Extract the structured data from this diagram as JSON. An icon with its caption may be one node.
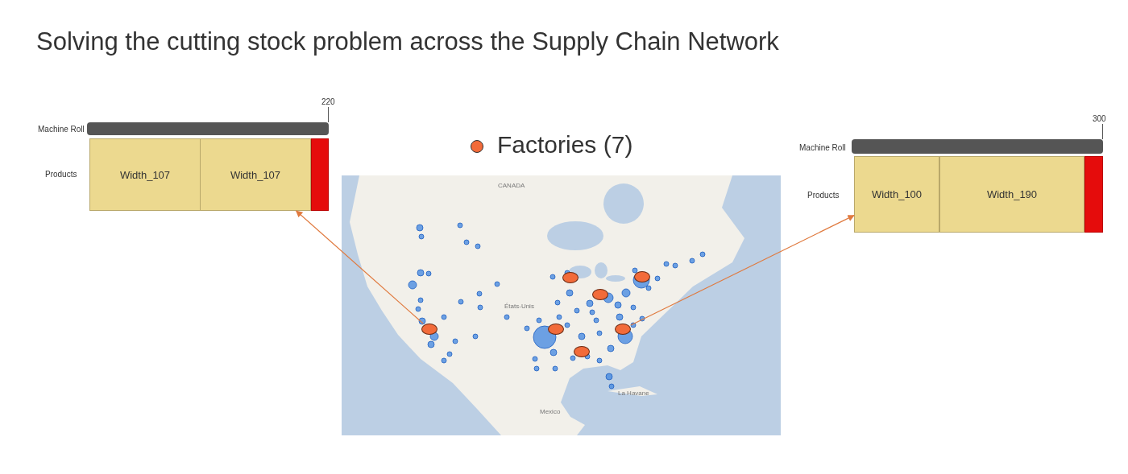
{
  "diagram": {
    "title": "Solving the cutting stock problem across the Supply Chain Network",
    "nodes": [
      {
        "text": [],
        "shape": "bar"
      },
      {
        "text": [
          "Width_107"
        ]
      },
      {
        "text": [
          "Width_107"
        ]
      },
      {
        "text": [],
        "shape": "box"
      },
      {
        "text": [],
        "shape": "bar"
      },
      {
        "text": [
          "Width_100"
        ]
      },
      {
        "text": [
          "Width_190"
        ]
      },
      {
        "text": [],
        "shape": "box"
      },
      {
        "text": [],
        "shape": "picture"
      },
      {
        "text": [],
        "shape": "circle",
        "in": 8
      },
      {
        "text": [],
        "shape": "circle",
        "in": 8
      },
      {
        "text": [],
        "shape": "circle",
        "in": 8
      },
      {
        "text": [],
        "shape": "circle",
        "in": 8
      },
      {
        "text": [],
        "shape": "circle",
        "in": 8
      },
      {
        "text": [],
        "shape": "circle",
        "in": 8
      },
      {
        "text": [],
        "shape": "circle",
        "in": 8
      }
    ],
    "edges": [
      {
        "from": 9,
        "to": 2,
        "arrow": "to"
      },
      {
        "from": 14,
        "to": 5,
        "arrow": "to"
      }
    ],
    "labels": [
      "220",
      "Machine Roll",
      "Products",
      "300",
      "Machine Roll",
      "Products",
      "CANADA",
      "États-Unis",
      "Mexico",
      "La Havane"
    ],
    "legend": [
      {
        "text": "Factories (7)",
        "color": "#f26b3a"
      }
    ]
  }
}
